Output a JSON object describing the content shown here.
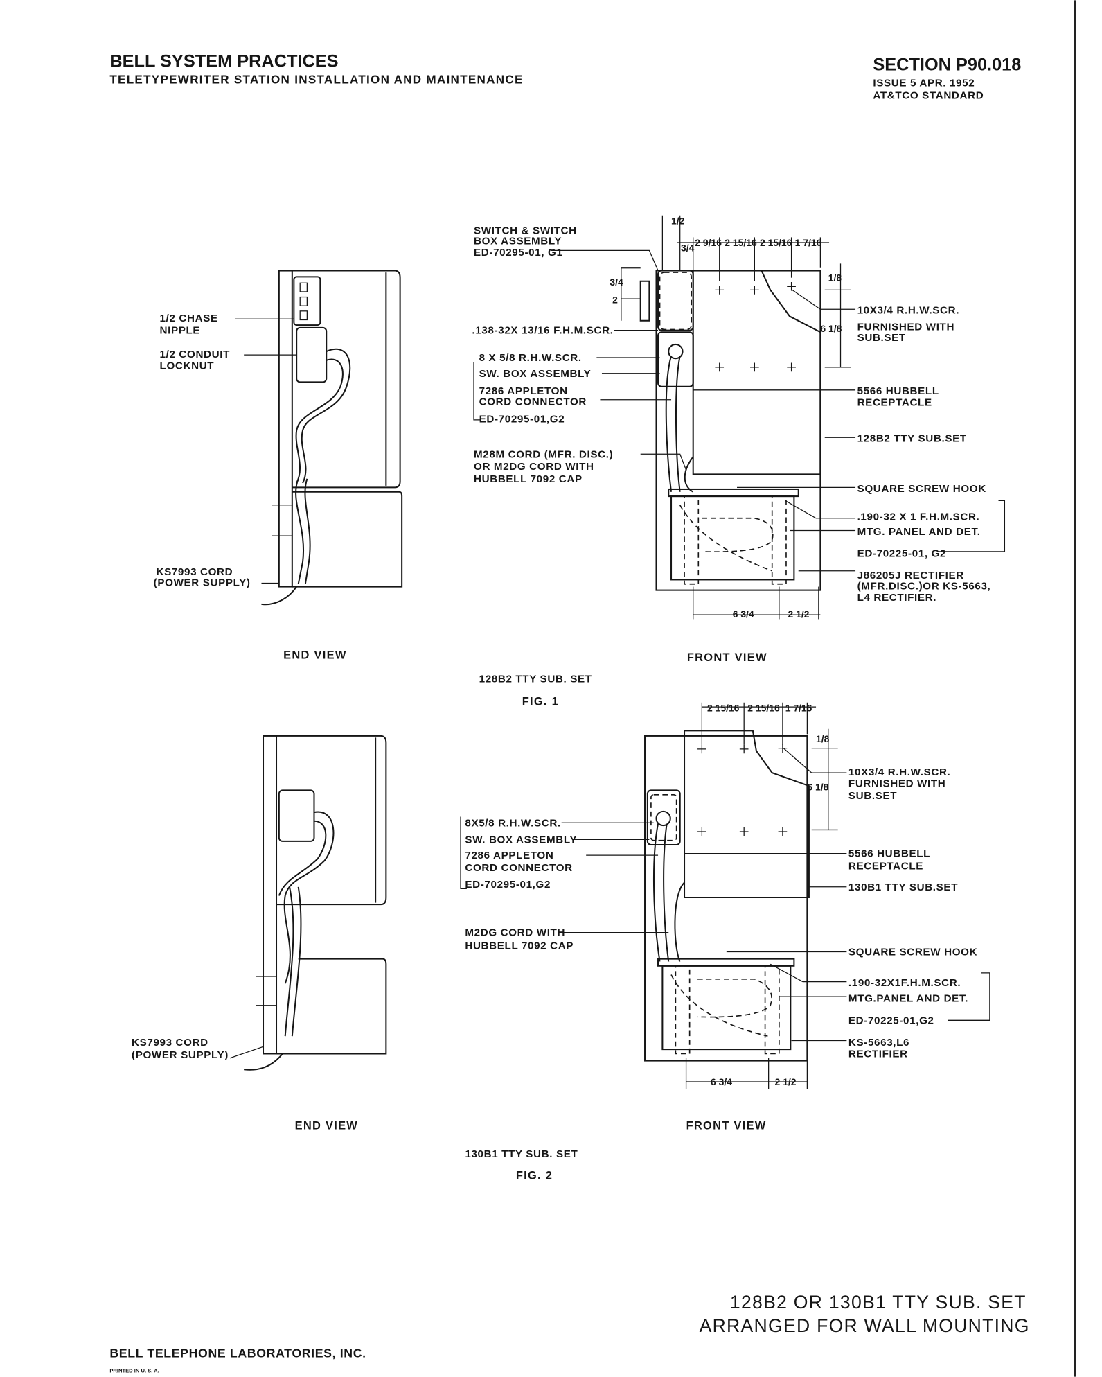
{
  "header": {
    "title": "BELL SYSTEM PRACTICES",
    "subtitle": "TELETYPEWRITER STATION INSTALLATION AND MAINTENANCE",
    "section": "SECTION P90.018",
    "issue": "ISSUE 5 APR. 1952",
    "standard": "AT&TCO STANDARD"
  },
  "fig1": {
    "end_view": {
      "labels": [
        "1/2 CHASE",
        "NIPPLE",
        "1/2 CONDUIT",
        "LOCKNUT",
        "KS7993 CORD",
        "(POWER SUPPLY)"
      ],
      "caption": "END VIEW"
    },
    "front_view": {
      "left_labels": [
        "SWITCH & SWITCH",
        "BOX ASSEMBLY",
        "ED-70295-01, G1",
        ".138-32X 13/16 F.H.M.SCR.",
        "8 X 5/8 R.H.W.SCR.",
        "SW. BOX ASSEMBLY",
        "7286 APPLETON",
        "CORD CONNECTOR",
        "ED-70295-01,G2",
        "M28M CORD (MFR. DISC.)",
        "OR M2DG CORD WITH",
        "HUBBELL 7092 CAP"
      ],
      "right_labels": [
        "10X3/4 R.H.W.SCR.",
        "FURNISHED WITH",
        "SUB.SET",
        "5566 HUBBELL",
        "RECEPTACLE",
        "128B2 TTY SUB.SET",
        "SQUARE SCREW HOOK",
        ".190-32 X 1 F.H.M.SCR.",
        "MTG. PANEL AND DET.",
        "ED-70225-01, G2",
        "J86205J RECTIFIER",
        "(MFR.DISC.)OR KS-5663,",
        "L4 RECTIFIER."
      ],
      "dimensions": [
        "1/2",
        "3/4",
        "2 9/16",
        "2 15/16",
        "2 15/16",
        "1 7/16",
        "3/4",
        "2",
        "1/8",
        "6 1/8",
        "6 3/4",
        "2 1/2"
      ],
      "caption": "FRONT VIEW"
    },
    "set_name": "128B2 TTY SUB. SET",
    "fig_label": "FIG. 1"
  },
  "fig2": {
    "end_view": {
      "labels": [
        "KS7993 CORD",
        "(POWER SUPPLY)"
      ],
      "caption": "END VIEW"
    },
    "front_view": {
      "left_labels": [
        "8X5/8 R.H.W.SCR.",
        "SW. BOX ASSEMBLY",
        "7286 APPLETON",
        "CORD CONNECTOR",
        "ED-70295-01,G2",
        "M2DG CORD WITH",
        "HUBBELL 7092 CAP"
      ],
      "right_labels": [
        "10X3/4 R.H.W.SCR.",
        "FURNISHED WITH",
        "SUB.SET",
        "5566 HUBBELL",
        "RECEPTACLE",
        "130B1 TTY SUB.SET",
        "SQUARE SCREW HOOK",
        ".190-32X1F.H.M.SCR.",
        "MTG.PANEL AND DET.",
        "ED-70225-01,G2",
        "KS-5663,L6",
        "RECTIFIER"
      ],
      "dimensions": [
        "2 15/16",
        "2 15/16",
        "1 7/16",
        "1/8",
        "6 1/8",
        "6 3/4",
        "2 1/2"
      ],
      "caption": "FRONT VIEW"
    },
    "set_name": "130B1 TTY SUB. SET",
    "fig_label": "FIG. 2"
  },
  "footer": {
    "title_line1": "128B2 OR 130B1 TTY SUB. SET",
    "title_line2": "ARRANGED FOR WALL MOUNTING",
    "publisher": "BELL TELEPHONE LABORATORIES, INC.",
    "printed": "PRINTED IN U. S. A."
  }
}
